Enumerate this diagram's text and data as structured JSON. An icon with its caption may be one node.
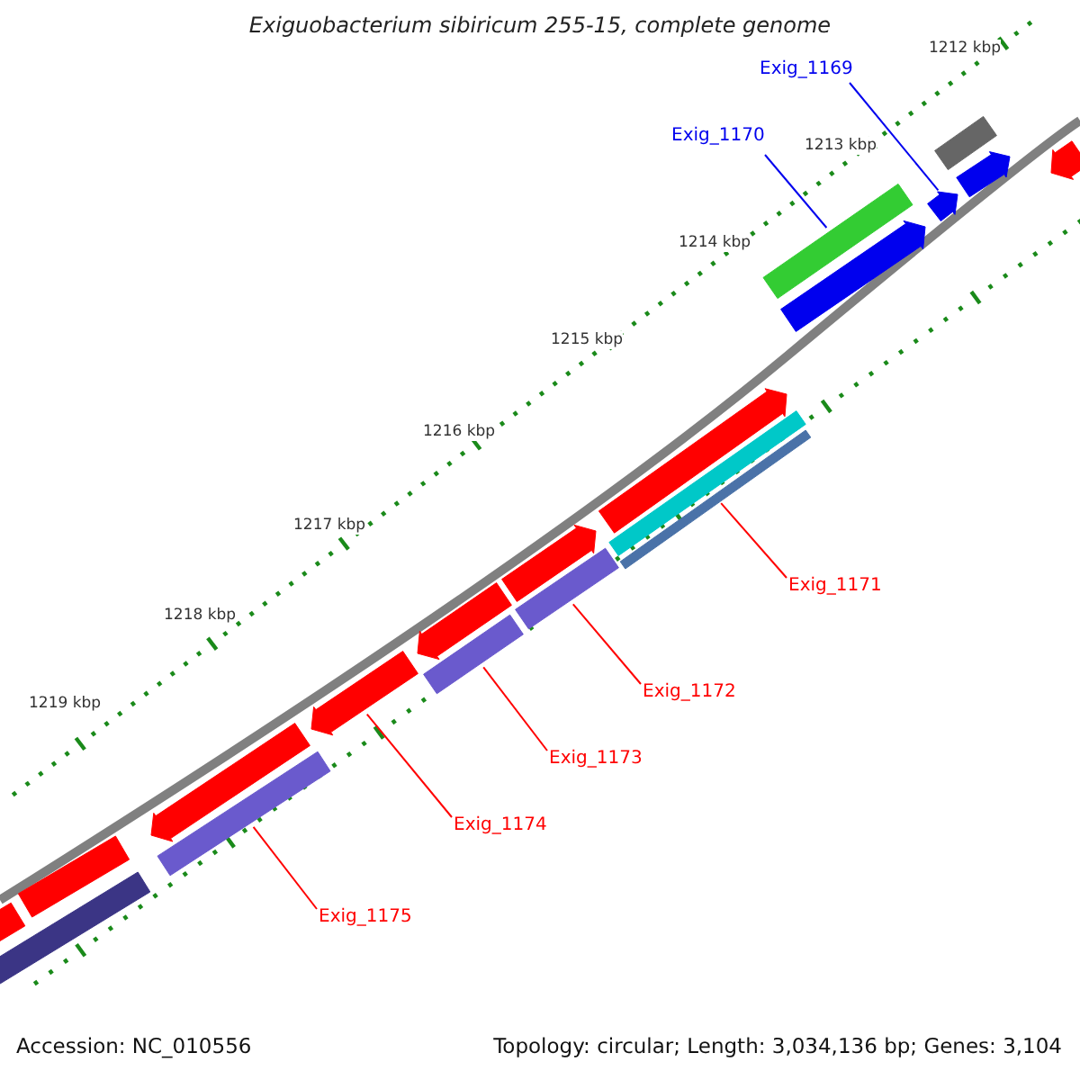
{
  "diagram": {
    "title": "Exiguobacterium sibiricum 255-15, complete genome",
    "nodes": [
      {
        "text": [
          "Exig_1169"
        ]
      },
      {
        "text": [
          "Exig_1170"
        ]
      },
      {
        "text": [
          "Exig_1171"
        ]
      },
      {
        "text": [
          "Exig_1172"
        ]
      },
      {
        "text": [
          "Exig_1173"
        ]
      },
      {
        "text": [
          "Exig_1174"
        ]
      },
      {
        "text": [
          "Exig_1175"
        ]
      },
      {
        "text": [],
        "shape": "bar"
      },
      {
        "text": [],
        "shape": "bar"
      },
      {
        "text": [],
        "shape": "bar"
      },
      {
        "text": [],
        "shape": "bar"
      },
      {
        "text": [],
        "shape": "bar"
      },
      {
        "text": [],
        "shape": "bar"
      },
      {
        "text": [],
        "shape": "bar"
      },
      {
        "text": [],
        "shape": "bar"
      },
      {
        "text": [],
        "shape": "bar"
      },
      {
        "text": [],
        "shape": "bar"
      },
      {
        "text": [],
        "shape": "bar"
      },
      {
        "text": [],
        "shape": "bar"
      },
      {
        "text": [],
        "shape": "bar"
      },
      {
        "text": [],
        "shape": "bar"
      },
      {
        "text": [],
        "shape": "bar"
      },
      {
        "text": [],
        "shape": "bar"
      },
      {
        "text": [],
        "shape": "bar"
      },
      {
        "text": [],
        "shape": "bar"
      },
      {
        "text": [],
        "shape": "bar"
      }
    ],
    "edges": [
      {
        "from": 0,
        "to": 10,
        "arrow": "none",
        "color": "#0000ee"
      },
      {
        "from": 1,
        "to": 11,
        "arrow": "none",
        "color": "#0000ee"
      },
      {
        "from": 2,
        "to": 15,
        "arrow": "none",
        "color": "#ff0000"
      },
      {
        "from": 3,
        "to": 17,
        "arrow": "none",
        "color": "#ff0000"
      },
      {
        "from": 4,
        "to": 19,
        "arrow": "none",
        "color": "#ff0000"
      },
      {
        "from": 5,
        "to": 20,
        "arrow": "none",
        "color": "#ff0000"
      },
      {
        "from": 6,
        "to": 22,
        "arrow": "none",
        "color": "#ff0000"
      }
    ],
    "labels": [
      "1212 kbp",
      "1213 kbp",
      "1214 kbp",
      "1215 kbp",
      "1216 kbp",
      "1217 kbp",
      "1218 kbp",
      "1219 kbp",
      "Accession: NC_010556",
      "Topology: circular; Length: 3,034,136 bp; Genes: 3,104"
    ]
  }
}
